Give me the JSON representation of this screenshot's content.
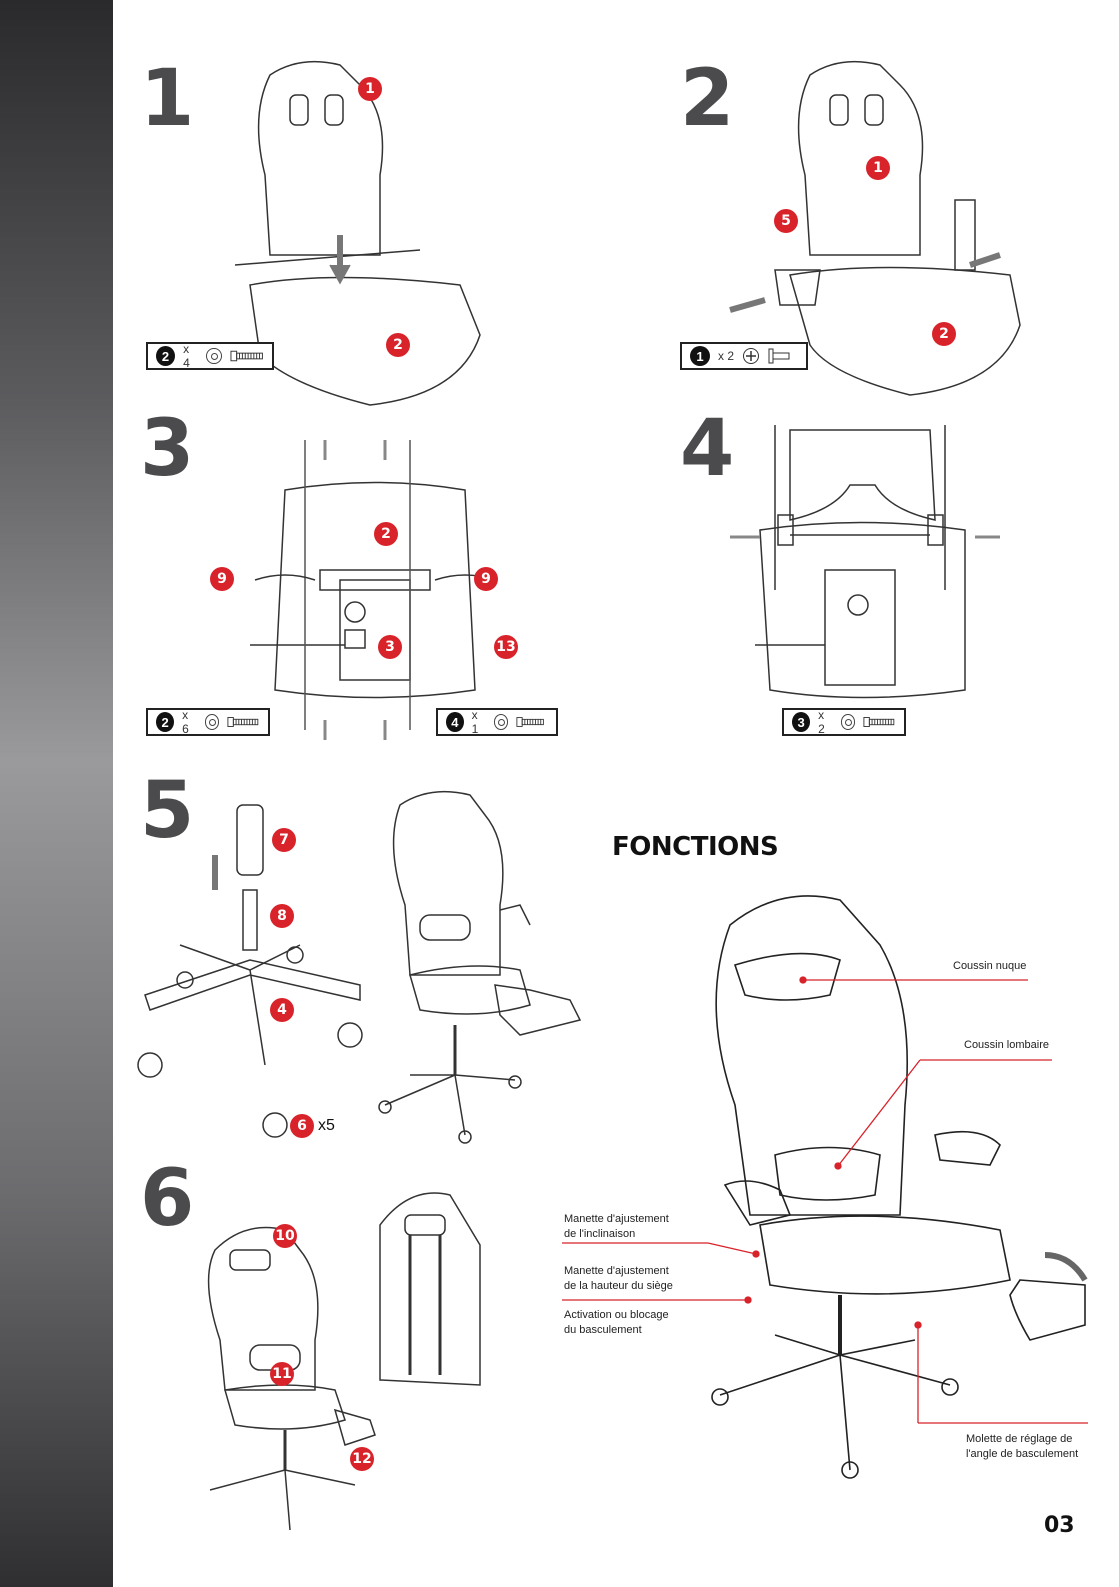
{
  "steps": [
    {
      "number": "1"
    },
    {
      "number": "2"
    },
    {
      "number": "3"
    },
    {
      "number": "4"
    },
    {
      "number": "5"
    },
    {
      "number": "6"
    }
  ],
  "part_boxes": [
    {
      "part": "2",
      "qty": "x 4"
    },
    {
      "part": "1",
      "qty": "x 2"
    },
    {
      "part": "2",
      "qty": "x 6"
    },
    {
      "part": "4",
      "qty": "x 1"
    },
    {
      "part": "3",
      "qty": "x 2"
    }
  ],
  "callouts": {
    "s1_a": "1",
    "s1_b": "2",
    "s2_a": "1",
    "s2_b": "5",
    "s2_c": "2",
    "s3_a": "2",
    "s3_b": "9",
    "s3_c": "9",
    "s3_d": "3",
    "s3_e": "13",
    "s5_a": "7",
    "s5_b": "8",
    "s5_c": "4",
    "s5_d": "6",
    "s6_a": "10",
    "s6_b": "11",
    "s6_c": "12"
  },
  "casters_multiplier": "x5",
  "fonctions": {
    "title": "FONCTIONS",
    "labels": {
      "neck": "Coussin nuque",
      "lumbar": "Coussin lombaire",
      "recline": "Manette d'ajustement\nde l'inclinaison",
      "height": "Manette d'ajustement\nde la hauteur du siège",
      "tilt": "Activation ou blocage\ndu basculement",
      "tilt_angle": "Molette de réglage de\nl'angle de basculement"
    }
  },
  "page_number": "03",
  "colors": {
    "accent": "#d8232a",
    "step_gray": "#4b4b4d"
  }
}
